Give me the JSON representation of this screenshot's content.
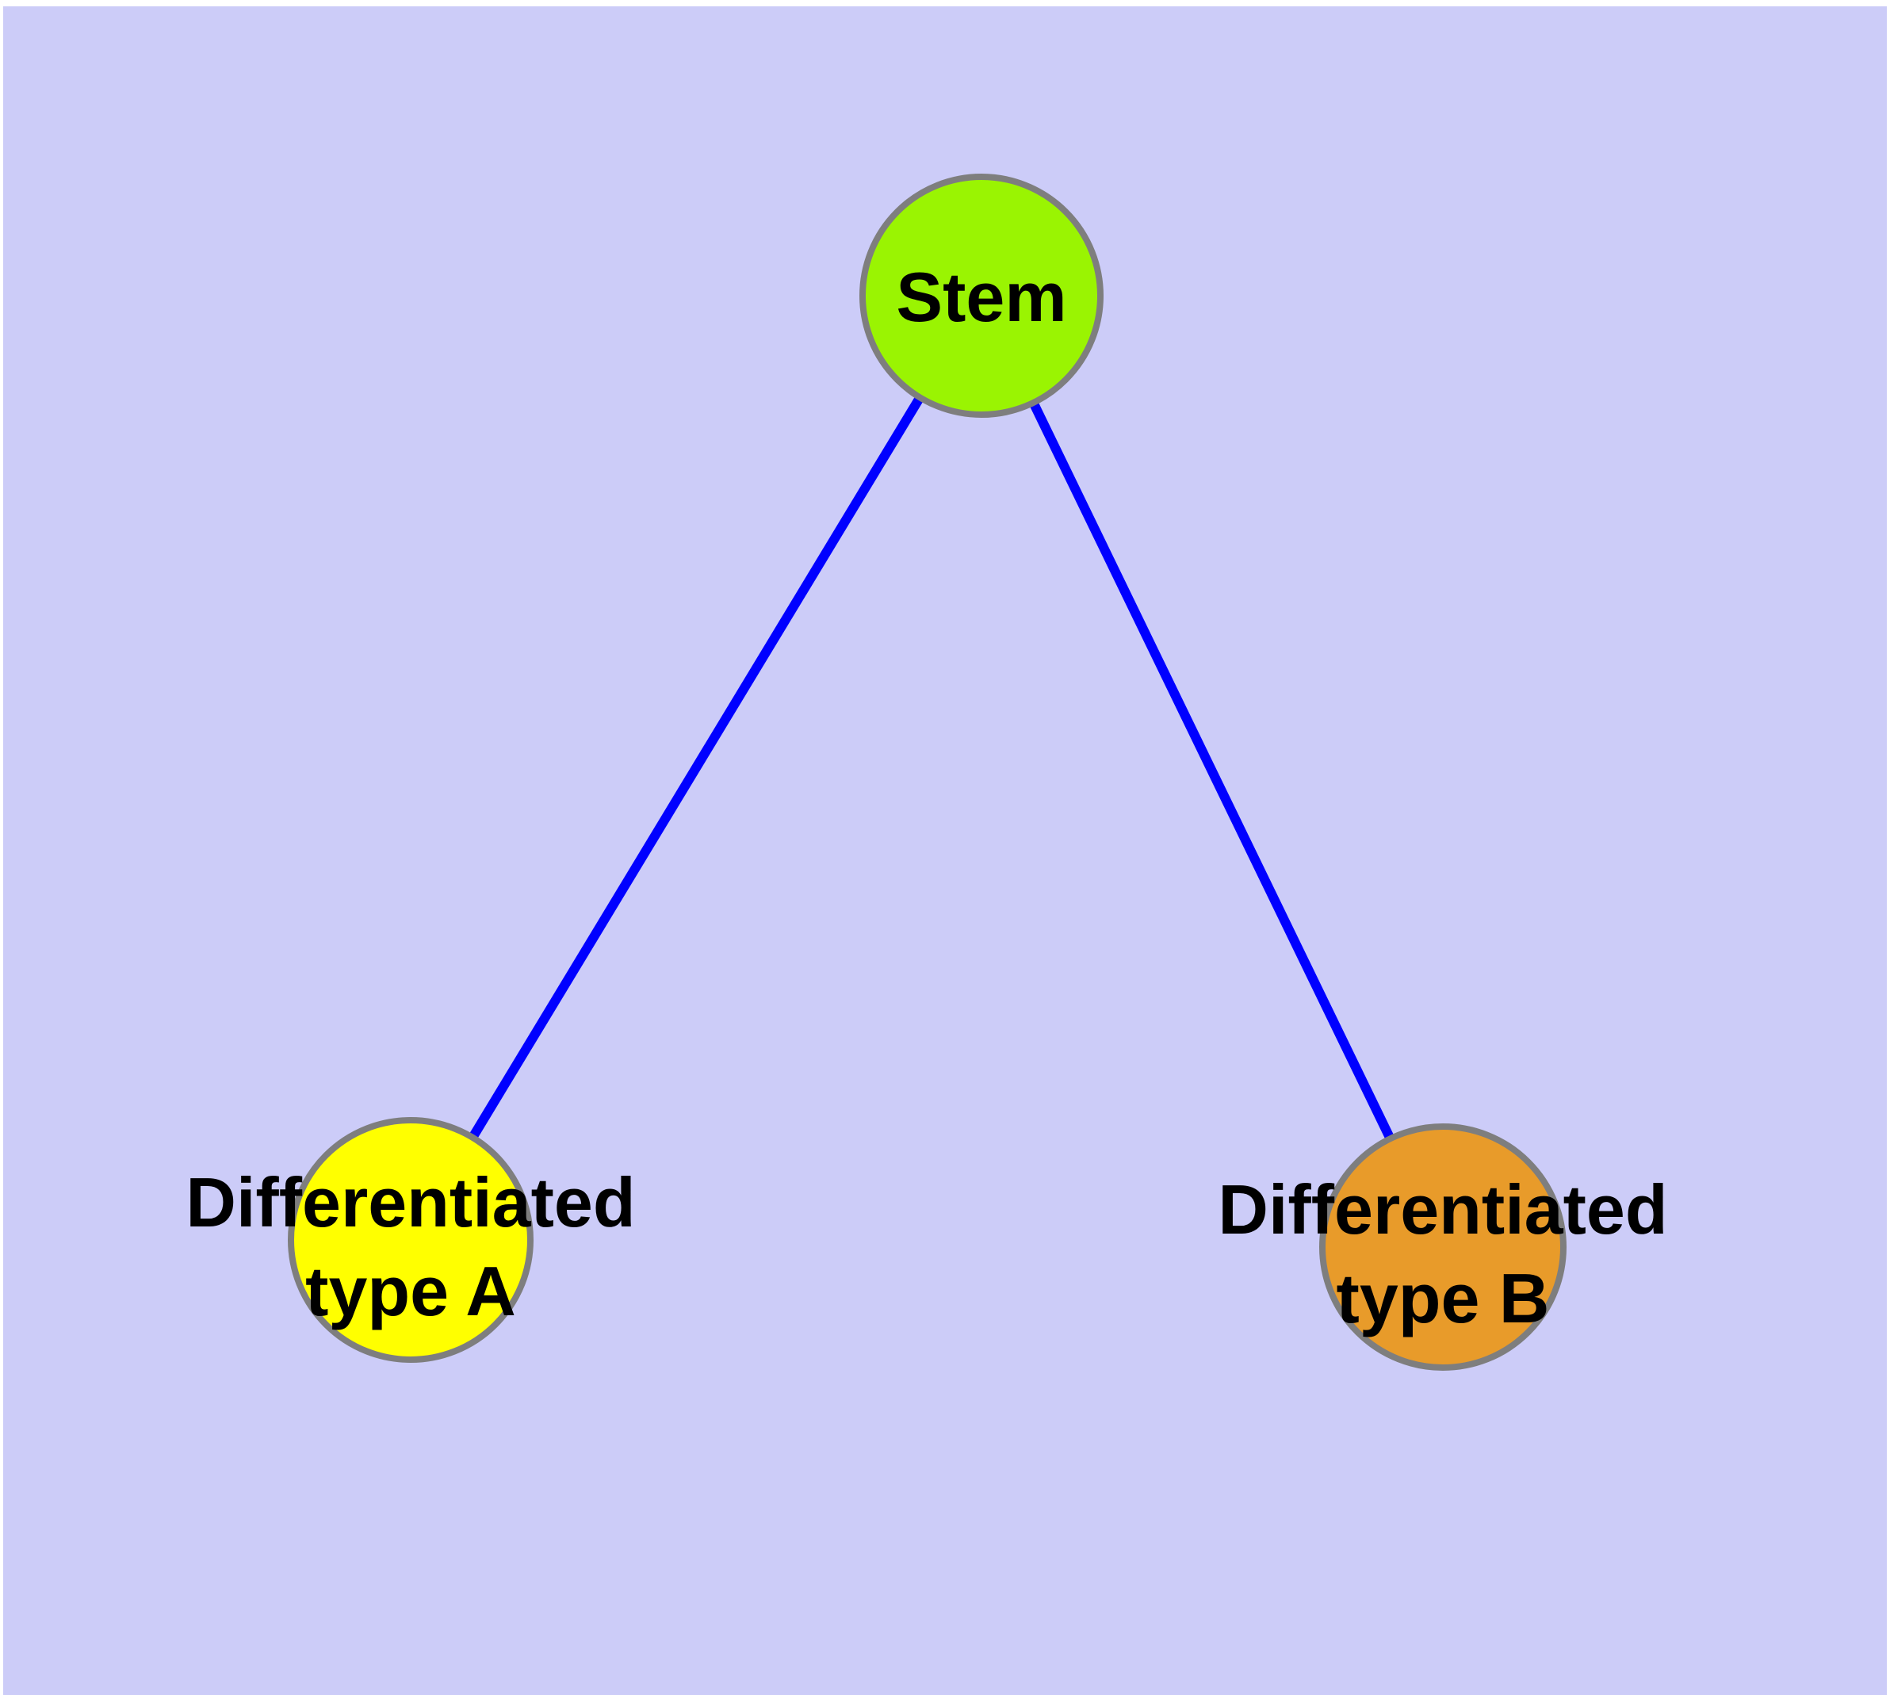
{
  "figure": {
    "margin_color": "#FFFFFF",
    "background_color": "#CCCCF8"
  },
  "diagram": {
    "type": "graph",
    "description": "Stem cell differentiation tree: one Stem node with edges to two differentiated cell-type nodes",
    "node_border_color": "#7E7E7E",
    "edge_color": "#0000FF",
    "label_color": "#000000",
    "nodes": [
      {
        "id": "stem",
        "label": "Stem",
        "lines": [
          "Stem"
        ],
        "fill": "#9AF402"
      },
      {
        "id": "diff-a",
        "label": "Differentiated type A",
        "lines": [
          "Differentiated",
          "type A"
        ],
        "fill": "#FFFF00"
      },
      {
        "id": "diff-b",
        "label": "Differentiated type B",
        "lines": [
          "Differentiated",
          "type B"
        ],
        "fill": "#E89B2A"
      }
    ],
    "edges": [
      {
        "source": "Stem",
        "target": "Differentiated type A"
      },
      {
        "source": "Stem",
        "target": "Differentiated type B"
      }
    ]
  }
}
